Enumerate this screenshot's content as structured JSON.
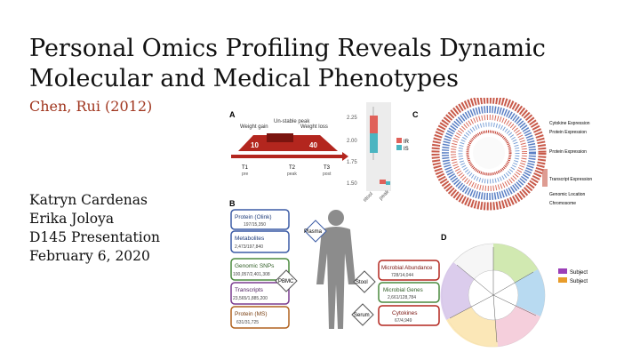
{
  "slide": {
    "title_line1": "Personal Omics Profiling Reveals Dynamic",
    "title_line2": "Molecular and Medical Phenotypes",
    "citation": "Chen, Rui (2012)",
    "authors": [
      "Katryn Cardenas",
      "Erika Joloya",
      "D145 Presentation",
      "February 6, 2020"
    ]
  },
  "figure": {
    "panels": {
      "a": "A",
      "b": "B",
      "c": "C",
      "d": "D"
    },
    "panelA": {
      "top": "Un-stable peak",
      "gain": "Weight gain",
      "loss": "Weight loss",
      "t1": "T1",
      "t1_sub": "pre",
      "t2": "T2",
      "t2_sub": "peak",
      "t3": "T3",
      "t3_sub": "post",
      "kg1": "10",
      "kg2": "40"
    },
    "boxplot": {
      "y_ticks": [
        "2.25",
        "2.00",
        "1.75",
        "1.50"
      ],
      "x_labels": [
        "stool",
        "peak"
      ],
      "legend": [
        "IR",
        "IS"
      ],
      "colors": {
        "IR": "#e0615a",
        "IS": "#4bb5c1"
      }
    },
    "panelB": {
      "boxes": [
        {
          "name": "Protein (Olink)",
          "count": "197/15,350"
        },
        {
          "name": "Metabolites",
          "count": "2,473/197,840"
        },
        {
          "name": "Genomic SNPs",
          "count": "100,057/2,401,308"
        },
        {
          "name": "Transcripts",
          "count": "23,565/1,885,200"
        },
        {
          "name": "Protein (MS)",
          "count": "631/31,725"
        },
        {
          "name": "Microbial Abundance",
          "count": "728/14,044"
        },
        {
          "name": "Microbial Genes",
          "count": "2,661/128,784"
        },
        {
          "name": "Cytokines",
          "count": "67/4,949"
        }
      ],
      "hubs": [
        "Plasma",
        "PBMC",
        "Stool",
        "Serum"
      ]
    },
    "panelC_legend": [
      "Cytokine Expression",
      "Protein Expression",
      "Protein Expression",
      "Transcript Expression",
      "Genomic Location",
      "Chromosome"
    ],
    "panelD_legend": [
      "Subject",
      "Subject"
    ],
    "panelD_colors": {
      "s1": "#9b3fb7",
      "s2": "#e89c2a"
    }
  }
}
